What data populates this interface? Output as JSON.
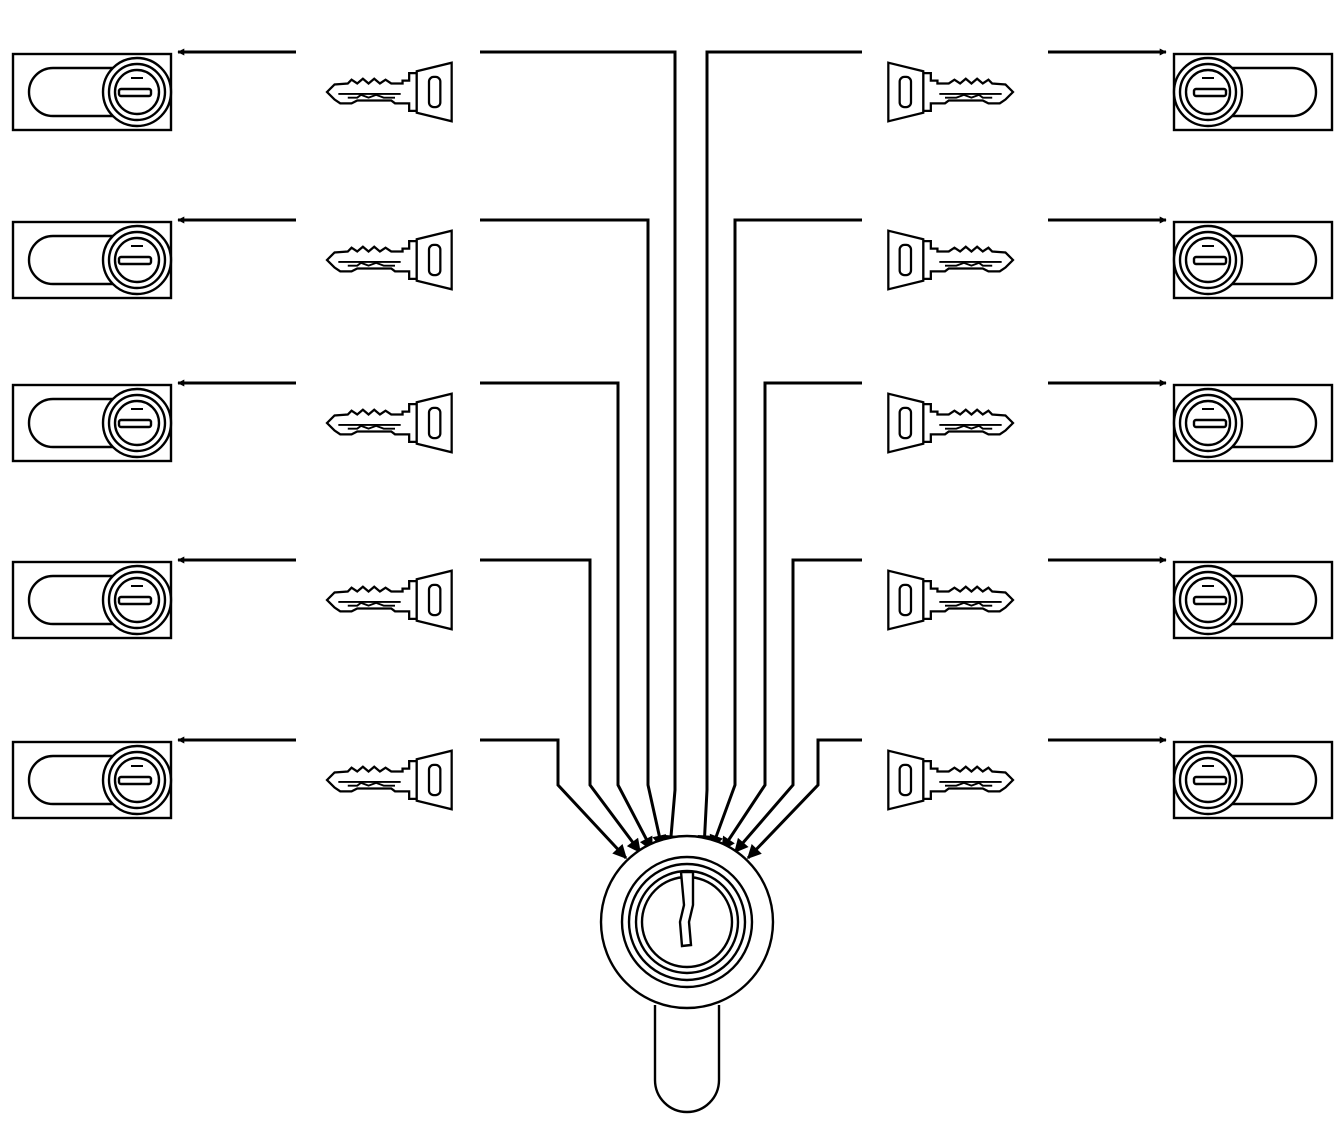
{
  "diagram": {
    "description_type": "master-key-system",
    "rows": 5,
    "key_sides": [
      "left",
      "right"
    ],
    "cylinder_icon": "padlock-cylinder-icon",
    "key_icon": "key-icon",
    "master_icon": "master-cylinder-icon",
    "line_color": "#000000",
    "background_color": "#ffffff"
  }
}
